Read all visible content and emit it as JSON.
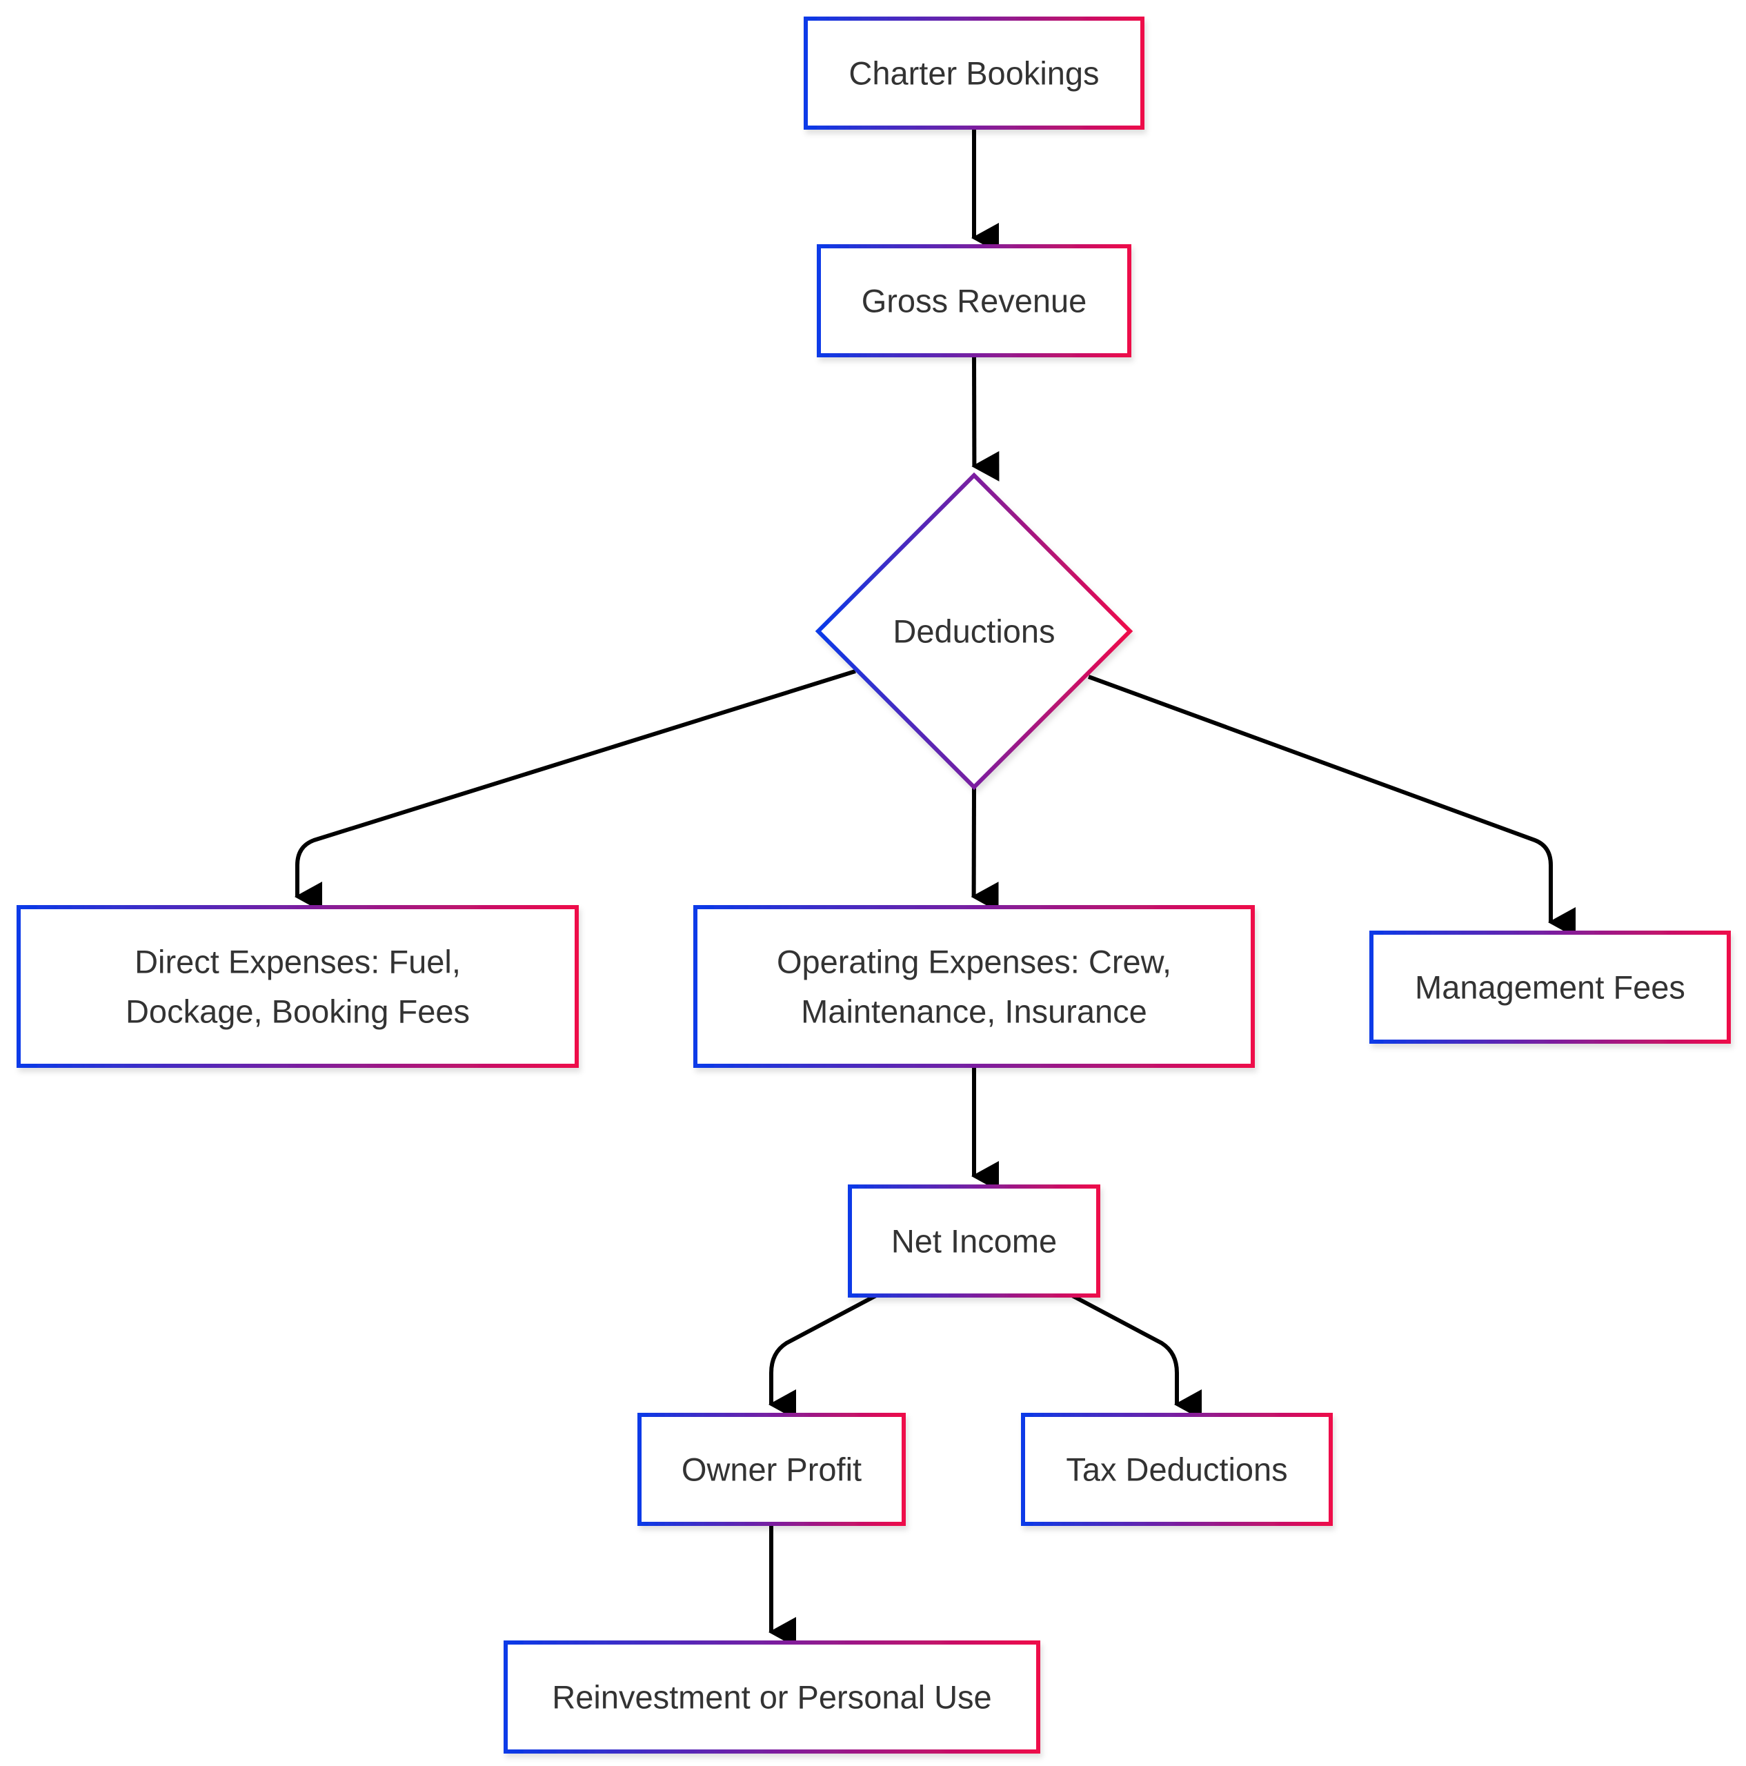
{
  "diagram": {
    "nodes": {
      "charter_bookings": {
        "lines": [
          "Charter Bookings"
        ]
      },
      "gross_revenue": {
        "lines": [
          "Gross Revenue"
        ]
      },
      "deductions": {
        "lines": [
          "Deductions"
        ]
      },
      "direct_expenses": {
        "lines": [
          "Direct Expenses: Fuel,",
          "Dockage, Booking Fees"
        ]
      },
      "operating_expenses": {
        "lines": [
          "Operating Expenses: Crew,",
          "Maintenance, Insurance"
        ]
      },
      "management_fees": {
        "lines": [
          "Management Fees"
        ]
      },
      "net_income": {
        "lines": [
          "Net Income"
        ]
      },
      "owner_profit": {
        "lines": [
          "Owner Profit"
        ]
      },
      "tax_deductions": {
        "lines": [
          "Tax Deductions"
        ]
      },
      "reinvestment": {
        "lines": [
          "Reinvestment or Personal Use"
        ]
      }
    },
    "edges": [
      {
        "from": "charter_bookings",
        "to": "gross_revenue"
      },
      {
        "from": "gross_revenue",
        "to": "deductions"
      },
      {
        "from": "deductions",
        "to": "direct_expenses"
      },
      {
        "from": "deductions",
        "to": "operating_expenses"
      },
      {
        "from": "deductions",
        "to": "management_fees"
      },
      {
        "from": "operating_expenses",
        "to": "net_income"
      },
      {
        "from": "net_income",
        "to": "owner_profit"
      },
      {
        "from": "net_income",
        "to": "tax_deductions"
      },
      {
        "from": "owner_profit",
        "to": "reinvestment"
      }
    ],
    "colors": {
      "border_start": "#0a3ae8",
      "border_mid": "#7a1fa0",
      "border_end": "#ee0a4a",
      "edge": "#000000",
      "text": "#333333",
      "background": "#ffffff"
    }
  }
}
